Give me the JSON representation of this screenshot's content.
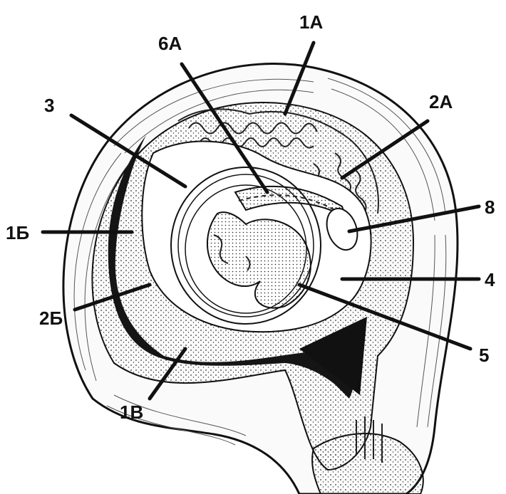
{
  "figure": {
    "labels": {
      "l1A": "1А",
      "l6A": "6А",
      "l2A": "2А",
      "l3": "3",
      "l8": "8",
      "l1B_cyr": "1Б",
      "l4": "4",
      "l2B_cyr": "2Б",
      "l5": "5",
      "l1V": "1В"
    }
  }
}
